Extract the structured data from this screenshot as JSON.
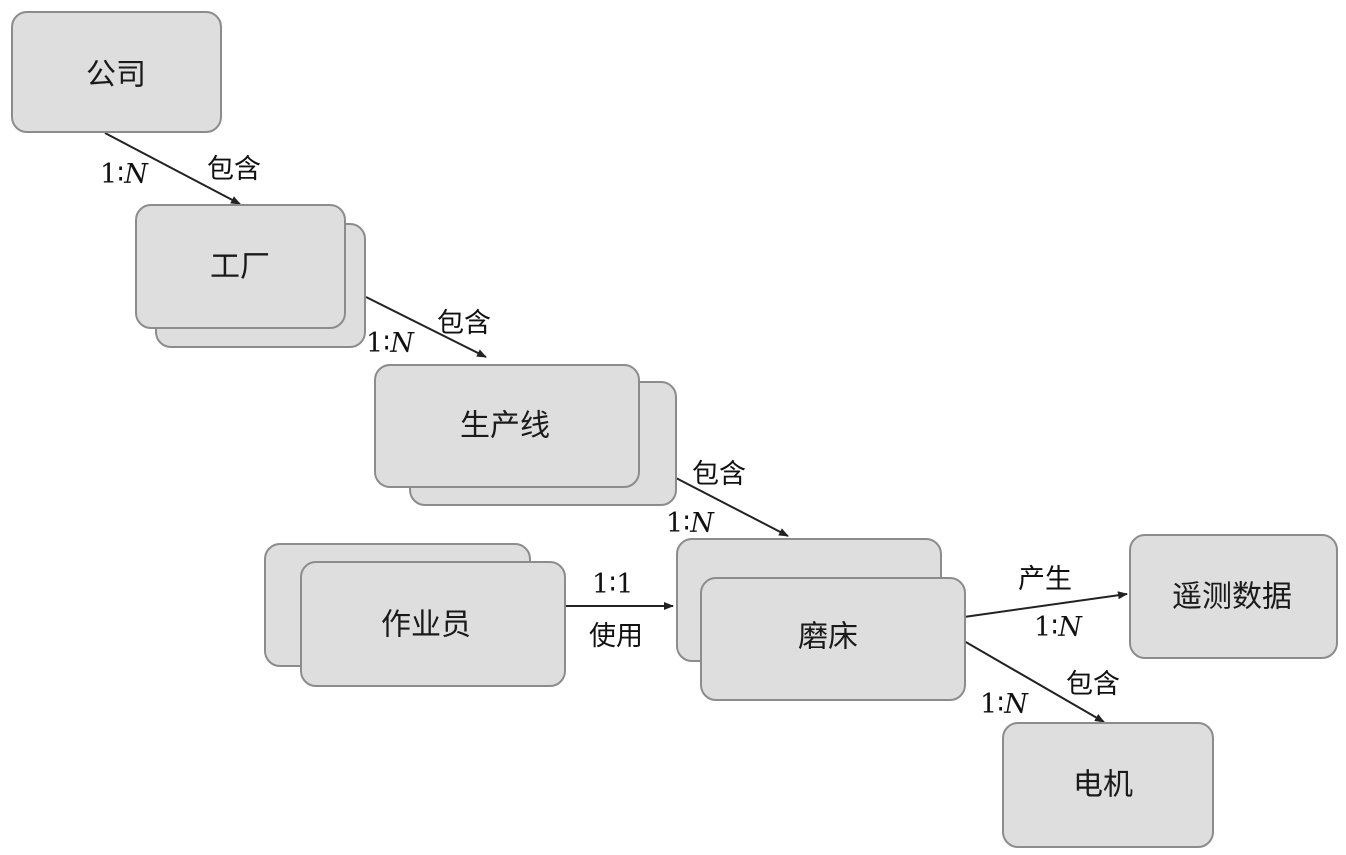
{
  "nodes": {
    "company": "公司",
    "factory": "工厂",
    "production_line": "生产线",
    "operator": "作业员",
    "grinder": "磨床",
    "telemetry": "遥测数据",
    "motor": "电机"
  },
  "edges": {
    "company_factory": {
      "relation": "包含",
      "ratio_left": "1∶",
      "ratio_right": "N"
    },
    "factory_line": {
      "relation": "包含",
      "ratio_left": "1∶",
      "ratio_right": "N"
    },
    "line_grinder": {
      "relation": "包含",
      "ratio_left": "1∶",
      "ratio_right": "N"
    },
    "operator_grinder": {
      "relation": "使用",
      "ratio_left": "1∶",
      "ratio_right": "1"
    },
    "grinder_telemetry": {
      "relation": "产生",
      "ratio_left": "1∶",
      "ratio_right": "N"
    },
    "grinder_motor": {
      "relation": "包含",
      "ratio_left": "1∶",
      "ratio_right": "N"
    }
  },
  "colors": {
    "box_fill": "#dedede",
    "box_stroke": "#8c8c8c",
    "line": "#222222"
  }
}
